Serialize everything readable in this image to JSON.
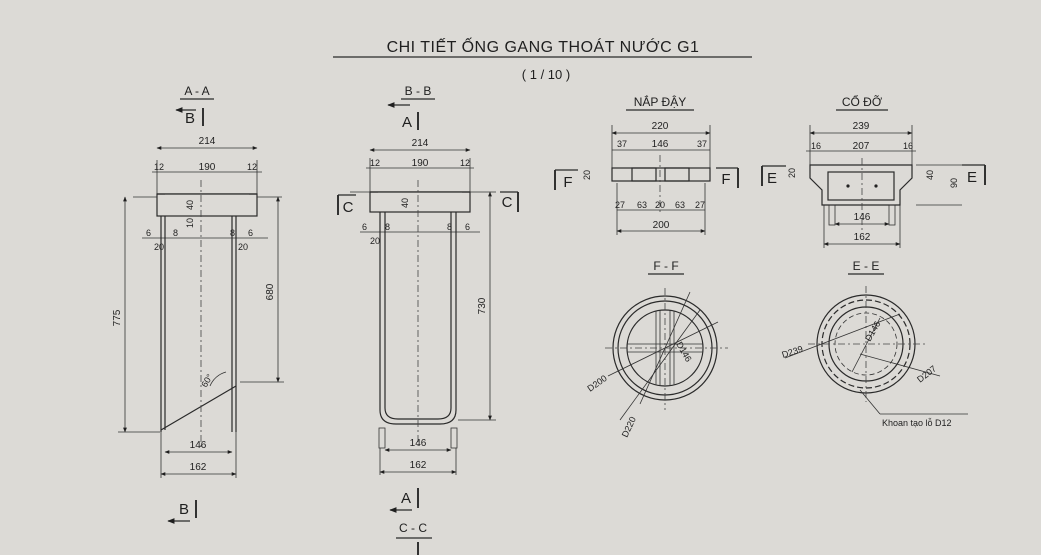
{
  "title": "CHI TIẾT ỐNG GANG THOÁT NƯỚC G1",
  "scale": "( 1 / 10 )",
  "sections": {
    "aa": {
      "heading": "A - A",
      "arrow_top": "B",
      "arrow_bottom": "B",
      "d214": "214",
      "d12a": "12",
      "d190": "190",
      "d12b": "12",
      "d40": "40",
      "d10": "10",
      "d6a": "6",
      "d8a": "8",
      "d20a": "20",
      "d8b": "8",
      "d6b": "6",
      "d20b": "20",
      "d775": "775",
      "d680": "680",
      "angle": "60°",
      "d146": "146",
      "d162": "162"
    },
    "bb": {
      "heading": "B - B",
      "arrow_top": "A",
      "arrow_bottom": "A",
      "side_left": "C",
      "side_right": "C",
      "d214": "214",
      "d12a": "12",
      "d190": "190",
      "d12b": "12",
      "d40": "40",
      "d6a": "6",
      "d8a": "8",
      "d20": "20",
      "d8b": "8",
      "d6b": "6",
      "d730": "730",
      "d146": "146",
      "d162": "162",
      "next_heading": "C - C"
    },
    "nap_day": {
      "heading": "NẮP ĐẬY",
      "side_left": "F",
      "side_right": "F",
      "d220": "220",
      "d37a": "37",
      "d146": "146",
      "d37b": "37",
      "d20": "20",
      "d27a": "27",
      "d63a": "63",
      "d20m": "20",
      "d63b": "63",
      "d27b": "27",
      "d200": "200"
    },
    "co_do": {
      "heading": "CỔ ĐỠ",
      "side_left": "E",
      "side_right": "E",
      "d239": "239",
      "d16a": "16",
      "d207": "207",
      "d16b": "16",
      "d20": "20",
      "d40": "40",
      "d90": "90",
      "d146": "146",
      "d162": "162"
    },
    "ff": {
      "heading": "F - F",
      "d146": "D146",
      "d200": "D200",
      "d220": "D220"
    },
    "ee": {
      "heading": "E - E",
      "d146": "D146",
      "d239": "D239",
      "d207": "D207",
      "note": "Khoan tạo lỗ D12"
    }
  }
}
